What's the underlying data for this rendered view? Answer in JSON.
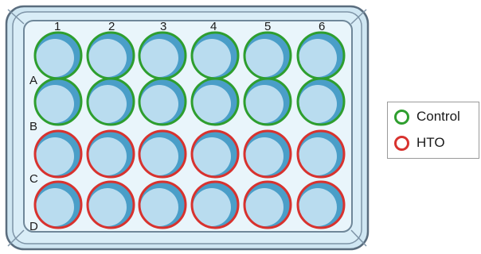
{
  "plate": {
    "column_labels": [
      "1",
      "2",
      "3",
      "4",
      "5",
      "6"
    ],
    "row_labels": [
      "A",
      "B",
      "C",
      "D"
    ],
    "rows": [
      {
        "row": "A",
        "group": "control"
      },
      {
        "row": "B",
        "group": "control"
      },
      {
        "row": "C",
        "group": "hto"
      },
      {
        "row": "D",
        "group": "hto"
      }
    ]
  },
  "legend": {
    "items": [
      {
        "key": "control",
        "label": "Control",
        "color": "#2e9e2e"
      },
      {
        "key": "hto",
        "label": "HTO",
        "color": "#d8322e"
      }
    ]
  },
  "colors": {
    "plate_border": "#5a6d7e",
    "plate_fill": "#cfe6f2",
    "plate_inner": "#e8f4fa",
    "well_fill": "#b9dcef",
    "well_shade": "#4a9ec8"
  }
}
